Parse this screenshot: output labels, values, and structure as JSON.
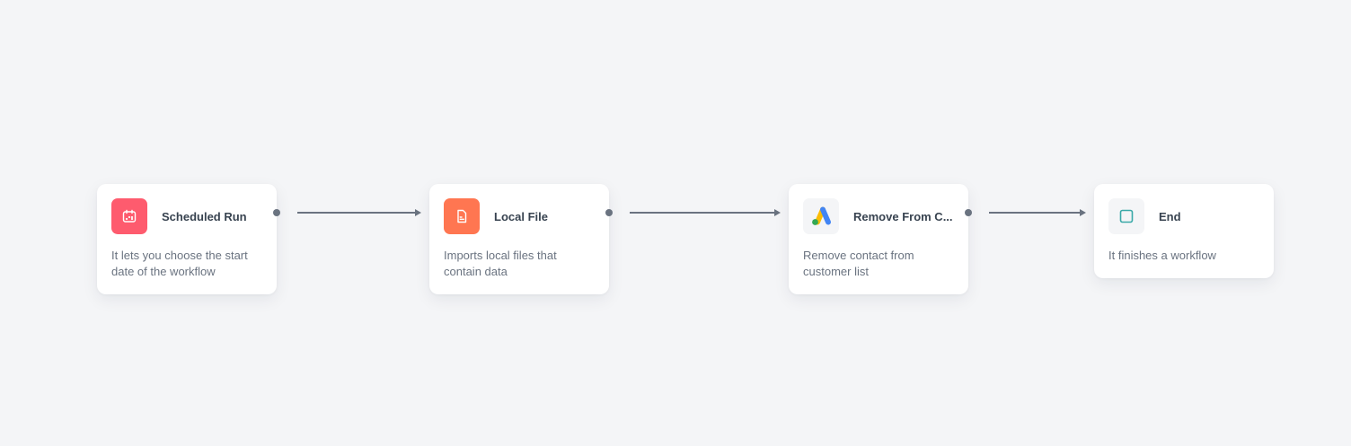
{
  "canvas": {
    "background": "#f4f5f7"
  },
  "nodes": [
    {
      "id": "scheduled-run",
      "title": "Scheduled Run",
      "description": "It lets you choose the start date of the workflow",
      "icon": "calendar-icon",
      "icon_bg": "#fe5b6e",
      "has_output_port": true
    },
    {
      "id": "local-file",
      "title": "Local File",
      "description": "Imports local files that contain data",
      "icon": "file-icon",
      "icon_bg": "#ff7651",
      "has_output_port": true
    },
    {
      "id": "remove-from-customer-list",
      "title": "Remove From C...",
      "description": "Remove contact from customer list",
      "icon": "google-ads-icon",
      "icon_bg": "#f4f5f7",
      "has_output_port": true
    },
    {
      "id": "end",
      "title": "End",
      "description": "It finishes a workflow",
      "icon": "stop-square-icon",
      "icon_bg": "#f4f5f7",
      "has_output_port": false
    }
  ],
  "edges": [
    {
      "from": "scheduled-run",
      "to": "local-file"
    },
    {
      "from": "local-file",
      "to": "remove-from-customer-list"
    },
    {
      "from": "remove-from-customer-list",
      "to": "end"
    }
  ],
  "colors": {
    "edge": "#6a7380",
    "title_text": "#384350",
    "desc_text": "#6a7380",
    "end_icon": "#3aa9a8"
  }
}
